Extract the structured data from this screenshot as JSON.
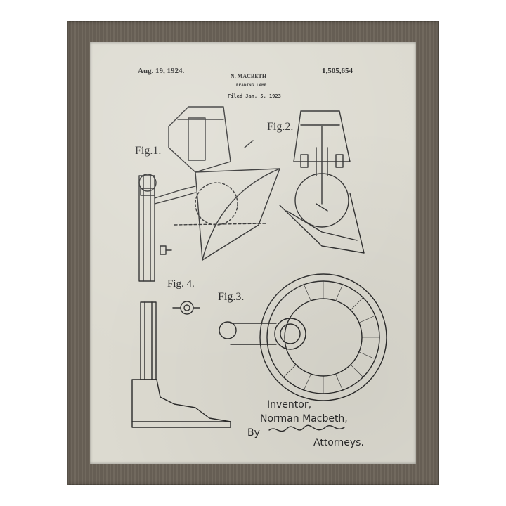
{
  "patent": {
    "date": "Aug. 19, 1924.",
    "inventor_header": "N. MACBETH",
    "title": "READING LAMP",
    "filed": "Filed Jan. 5, 1923",
    "number": "1,505,654"
  },
  "figures": [
    "Fig.1.",
    "Fig.2.",
    "Fig.3.",
    "Fig. 4."
  ],
  "signature": {
    "label": "Inventor,",
    "name": "Norman Macbeth,",
    "by": "By",
    "attorneys": "Attorneys."
  },
  "colors": {
    "frame": "#6b6358",
    "paper": "#dcdad0",
    "ink": "#2a2a2a"
  }
}
